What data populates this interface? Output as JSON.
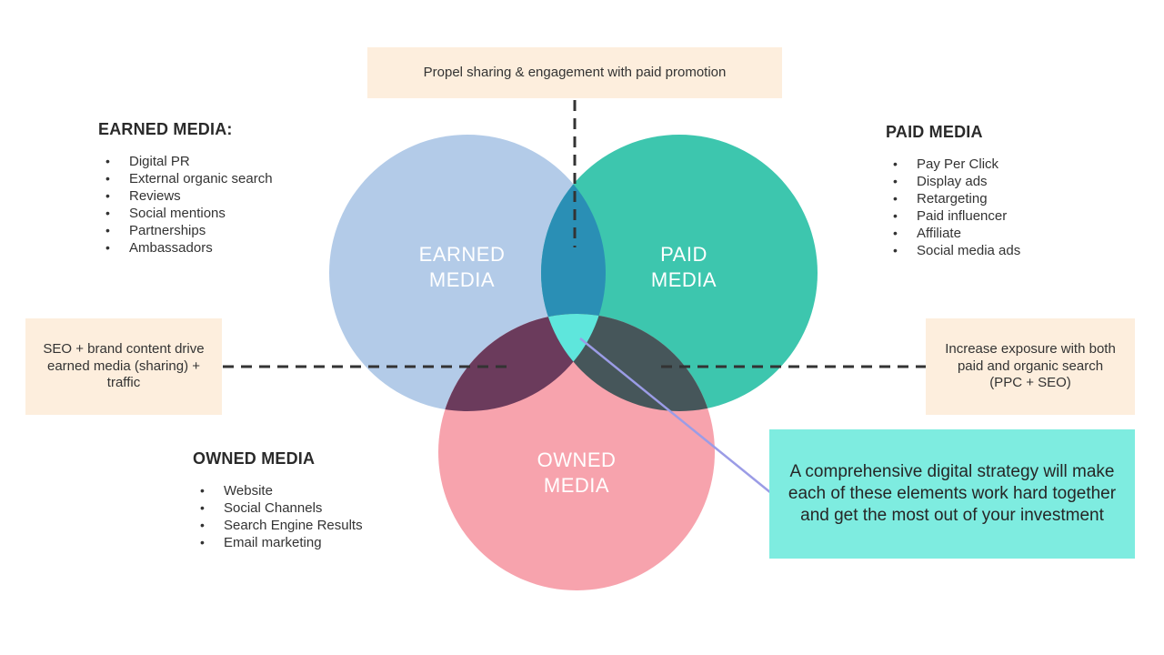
{
  "top_box": "Propel sharing & engagement with paid promotion",
  "left_box": "SEO + brand content drive earned media (sharing) + traffic",
  "right_box": "Increase exposure with both paid and organic search (PPC + SEO)",
  "callout_box": "A comprehensive digital strategy will make each of these elements work hard together and get the most out of your investment",
  "earned": {
    "heading": "EARNED MEDIA:",
    "items": [
      "Digital PR",
      "External organic search",
      "Reviews",
      "Social mentions",
      "Partnerships",
      "Ambassadors"
    ],
    "circle_line1": "EARNED",
    "circle_line2": "MEDIA"
  },
  "paid": {
    "heading": "PAID MEDIA",
    "items": [
      "Pay Per Click",
      "Display ads",
      "Retargeting",
      "Paid influencer",
      "Affiliate",
      "Social media ads"
    ],
    "circle_line1": "PAID",
    "circle_line2": "MEDIA"
  },
  "owned": {
    "heading": "OWNED MEDIA",
    "items": [
      "Website",
      "Social Channels",
      "Search Engine Results",
      "Email marketing"
    ],
    "circle_line1": "OWNED",
    "circle_line2": "MEDIA"
  },
  "colors": {
    "earned": "#b3cbe8",
    "paid": "#3dc6ae",
    "owned": "#f7a3ad",
    "earned_paid": "#2a8fb5",
    "earned_owned": "#6b3b5c",
    "paid_owned": "#46565a",
    "center": "#5ee6dc",
    "peach": "#fdeedd",
    "callout": "#7eece0"
  }
}
